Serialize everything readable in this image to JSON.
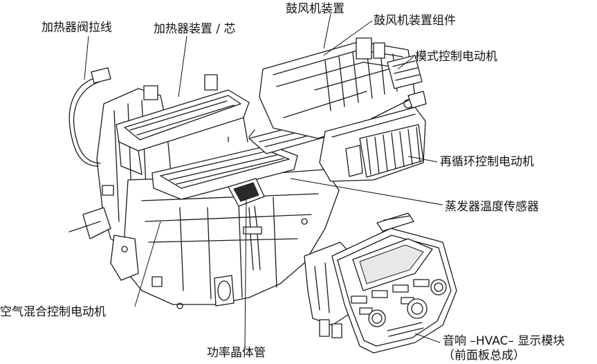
{
  "labels": {
    "heater_valve_cable": "加热器阀拉线",
    "heater_core": "加热器装置 / 芯",
    "blower_unit": "鼓风机装置",
    "blower_assembly": "鼓风机装置组件",
    "mode_motor": "模式控制电动机",
    "recirc_motor": "再循环控制电动机",
    "evap_sensor": "蒸发器温度传感器",
    "air_mix_motor": "空气混合控制电动机",
    "power_transistor": "功率晶体管",
    "audio_display_line1": "音响 –HVAC– 显示模块",
    "audio_display_line2": "（前面板总成）"
  }
}
